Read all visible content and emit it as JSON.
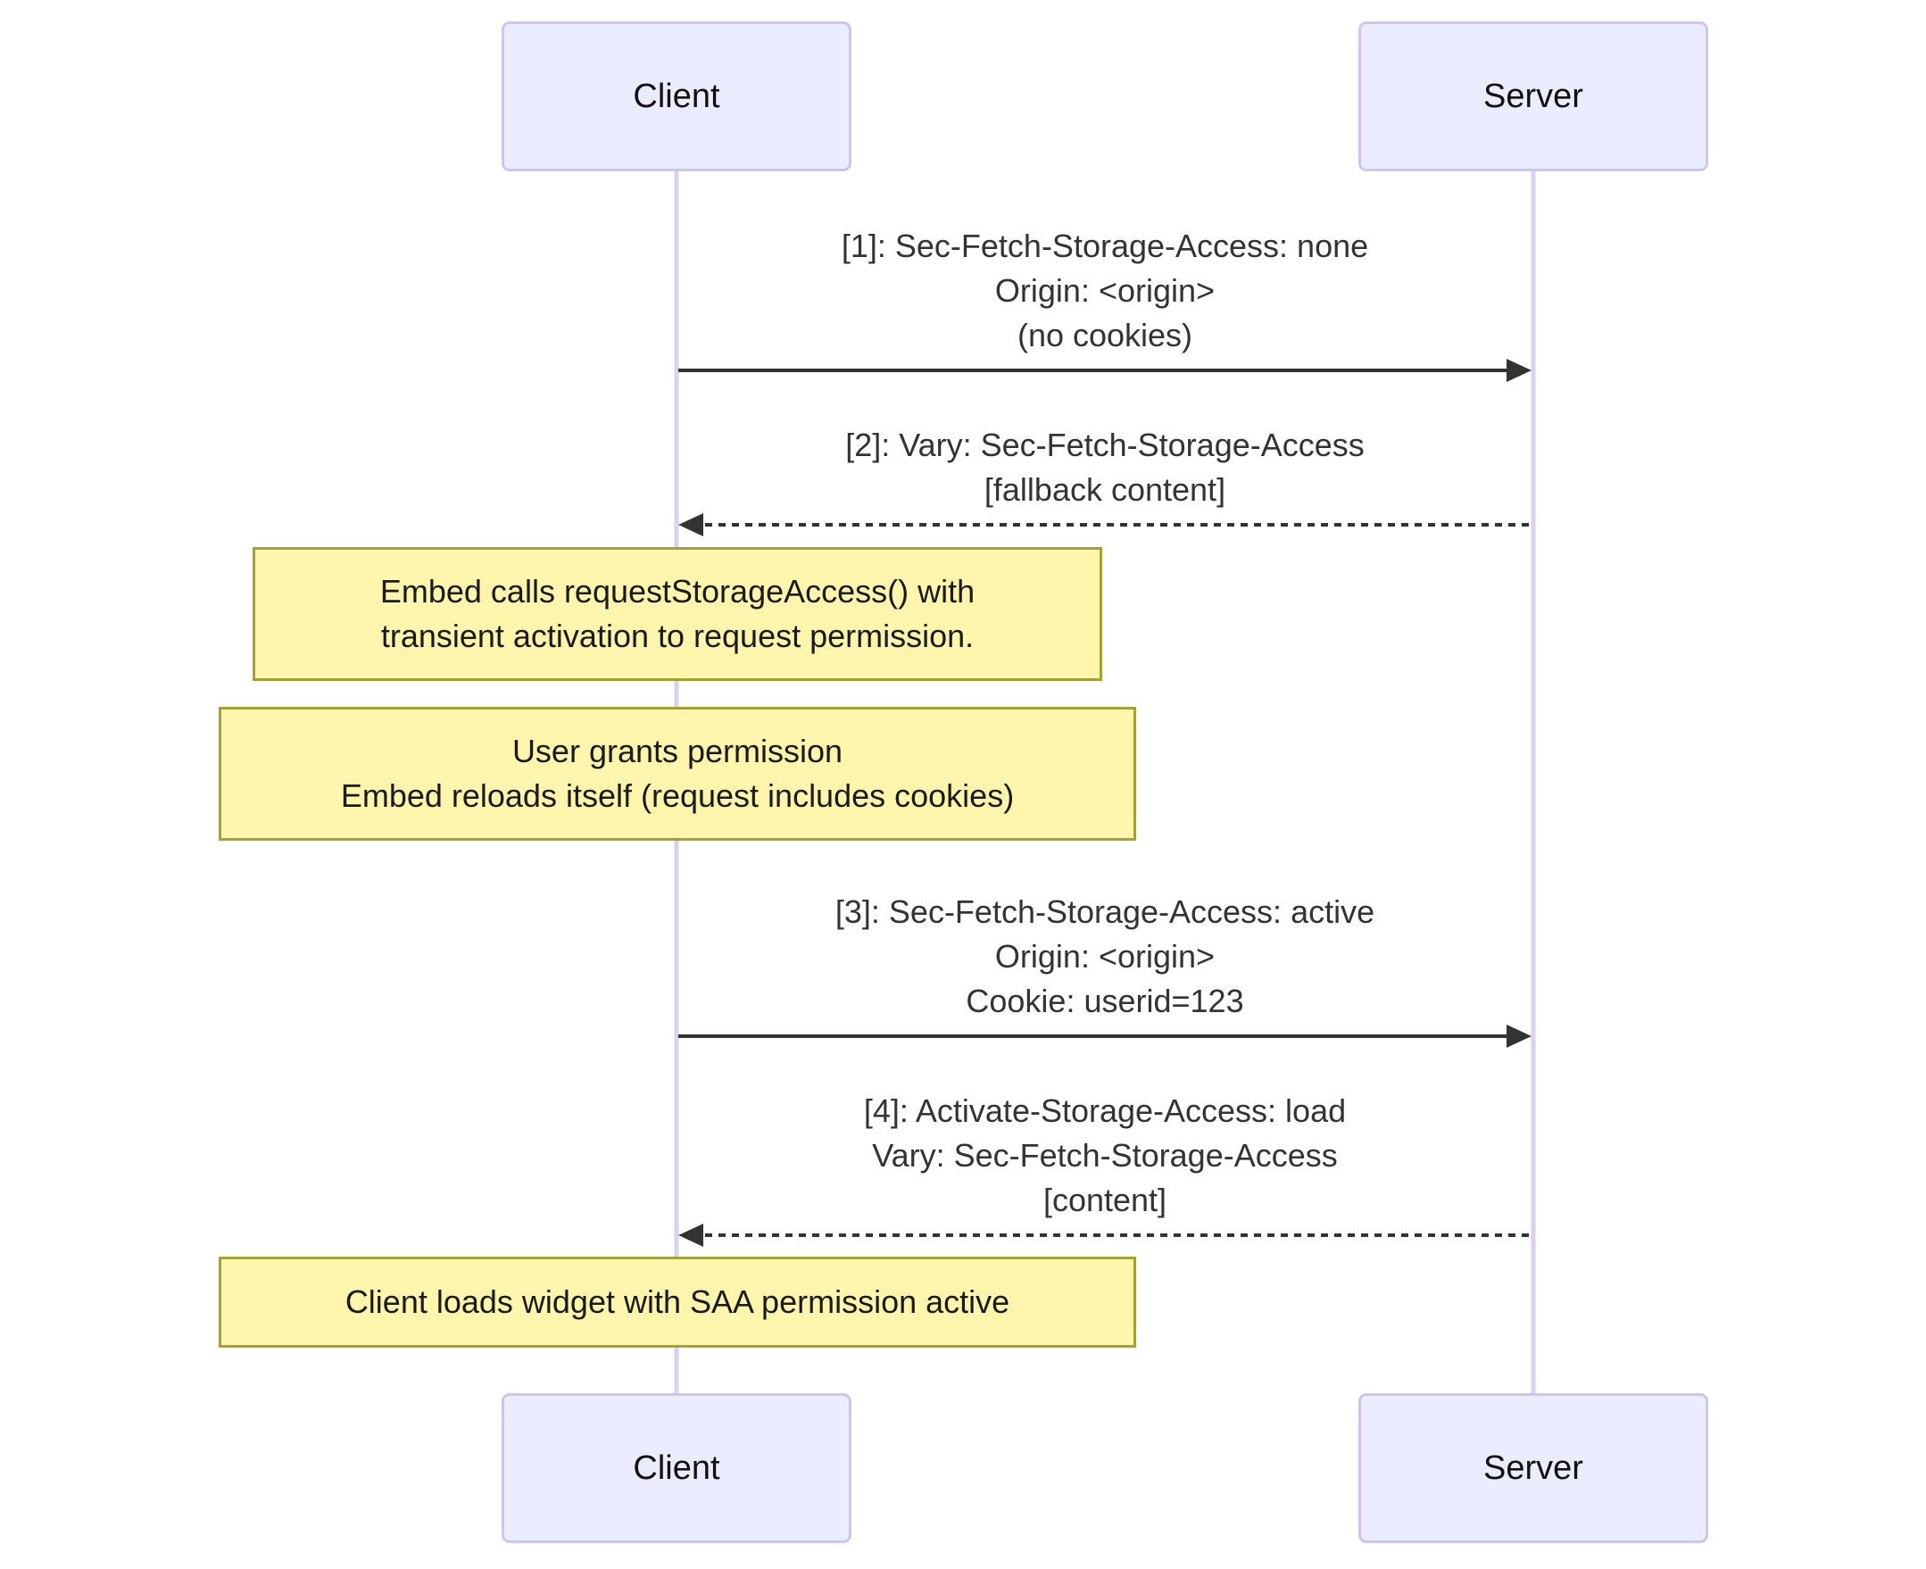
{
  "colors": {
    "background": "#ffffff",
    "actor_fill": "#ececff",
    "actor_border": "#cec5ec",
    "actor_text": "#111111",
    "lifeline": "#dad0f0",
    "message": "#333333",
    "note_fill": "#fff5ad",
    "note_border": "#a3a333",
    "note_text": "#1a1a1a"
  },
  "actors": {
    "client": {
      "label": "Client"
    },
    "server": {
      "label": "Server"
    }
  },
  "messages": [
    {
      "seq": "1",
      "from": "Client",
      "to": "Server",
      "line_style": "solid",
      "lines": [
        "[1]: Sec-Fetch-Storage-Access: none",
        "Origin: <origin>",
        "(no cookies)"
      ]
    },
    {
      "seq": "2",
      "from": "Server",
      "to": "Client",
      "line_style": "dashed",
      "lines": [
        "[2]: Vary: Sec-Fetch-Storage-Access",
        "[fallback content]"
      ]
    },
    {
      "seq": "3",
      "from": "Client",
      "to": "Server",
      "line_style": "solid",
      "lines": [
        "[3]: Sec-Fetch-Storage-Access: active",
        "Origin: <origin>",
        "Cookie: userid=123"
      ]
    },
    {
      "seq": "4",
      "from": "Server",
      "to": "Client",
      "line_style": "dashed",
      "lines": [
        "[4]: Activate-Storage-Access: load",
        "Vary: Sec-Fetch-Storage-Access",
        "[content]"
      ]
    }
  ],
  "notes": [
    {
      "over": "Client",
      "lines": [
        "Embed calls requestStorageAccess() with",
        "transient activation to request permission."
      ]
    },
    {
      "over": "Client",
      "lines": [
        "User grants permission",
        "Embed reloads itself (request includes cookies)"
      ]
    },
    {
      "over": "Client",
      "lines": [
        "Client loads widget with SAA permission active"
      ]
    }
  ]
}
